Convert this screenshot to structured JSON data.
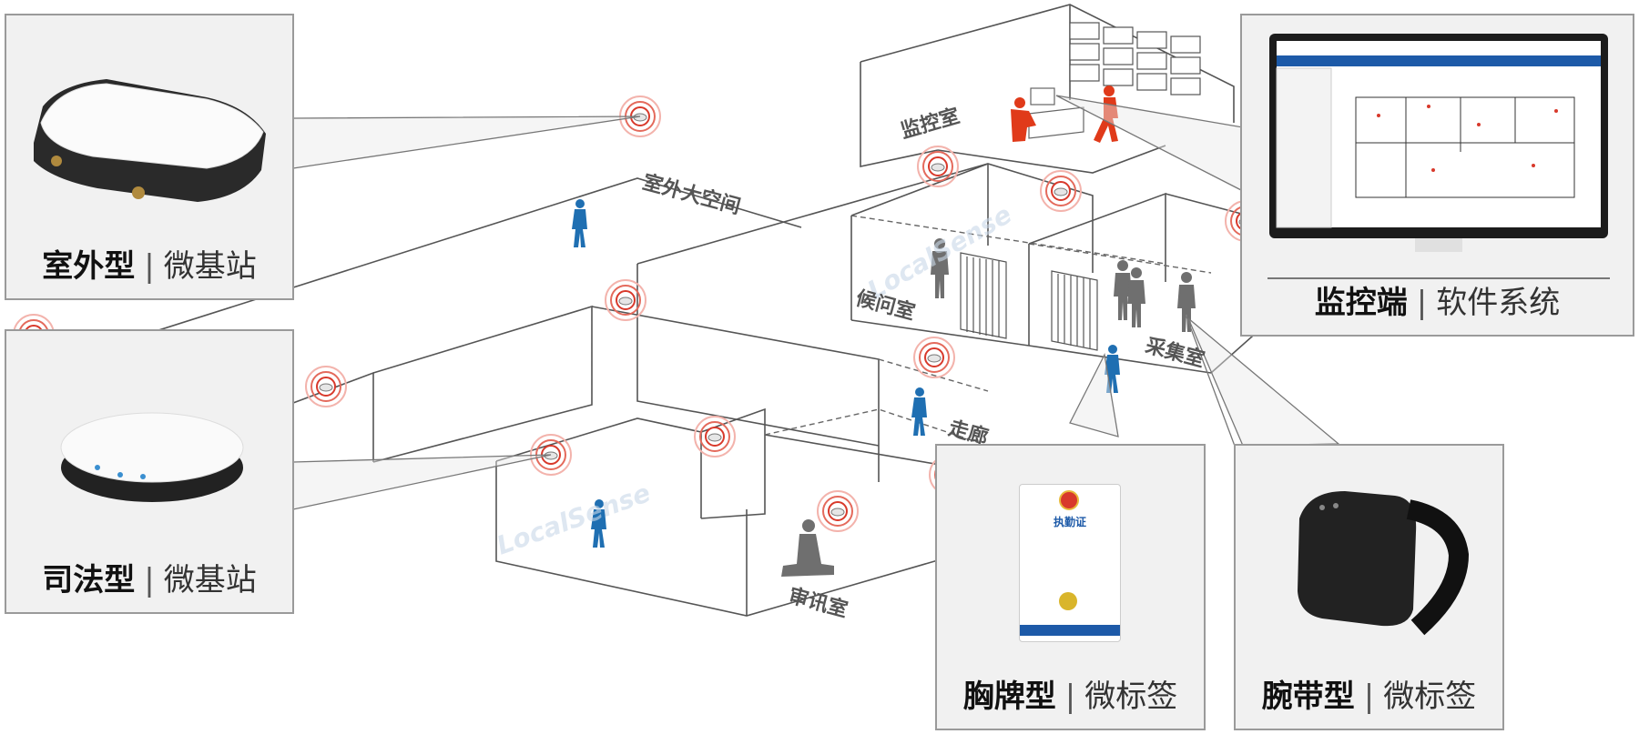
{
  "rooms": {
    "outdoor_space": "室外大空间",
    "monitor_room": "监控室",
    "waiting_room": "候问室",
    "collection_room": "采集室",
    "corridor": "走廊",
    "interrogation_room": "审讯室"
  },
  "panels": {
    "outdoor_station": {
      "type": "室外型",
      "separator": "|",
      "category": "微基站"
    },
    "judicial_station": {
      "type": "司法型",
      "separator": "|",
      "category": "微基站"
    },
    "monitoring_client": {
      "type": "监控端",
      "separator": "|",
      "category": "软件系统"
    },
    "badge_tag": {
      "type": "胸牌型",
      "separator": "|",
      "category": "微标签"
    },
    "wristband_tag": {
      "type": "腕带型",
      "separator": "|",
      "category": "微标签"
    }
  },
  "badge": {
    "title": "执勤证"
  },
  "watermark": {
    "text": "LocalSense"
  },
  "colors": {
    "person_blue": "#1f6fb2",
    "person_red": "#e03a1a",
    "person_gray": "#6f6f6f",
    "signal_red": "#d8392b",
    "panel_bg": "#f1f1f1",
    "screen_blue": "#1d5aa8"
  }
}
